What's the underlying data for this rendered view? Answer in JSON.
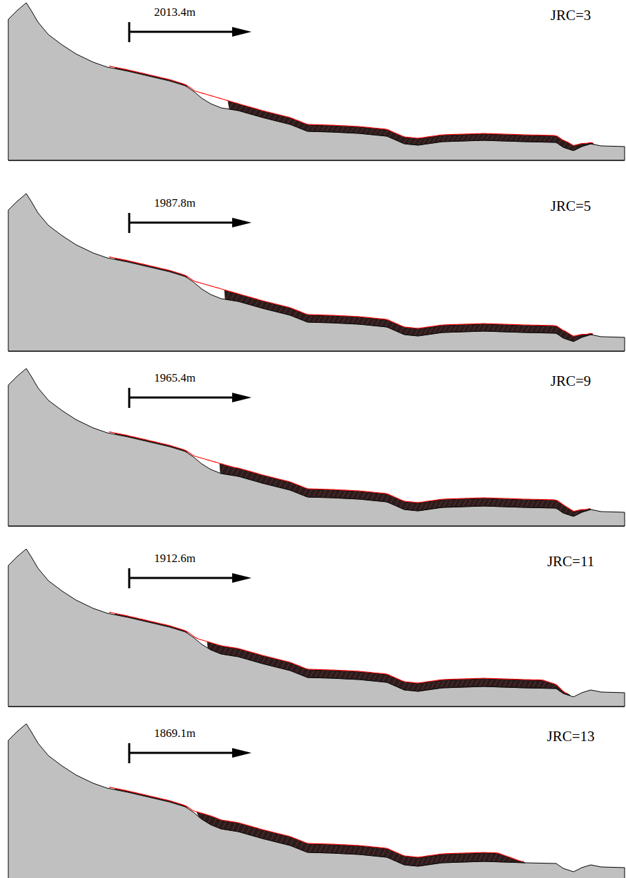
{
  "diagram": {
    "labels": [
      "2013.4m",
      "JRC=3",
      "1987.8m",
      "JRC=5",
      "1965.4m",
      "JRC=9",
      "1912.6m",
      "JRC=11",
      "1869.1m",
      "JRC=13"
    ]
  }
}
